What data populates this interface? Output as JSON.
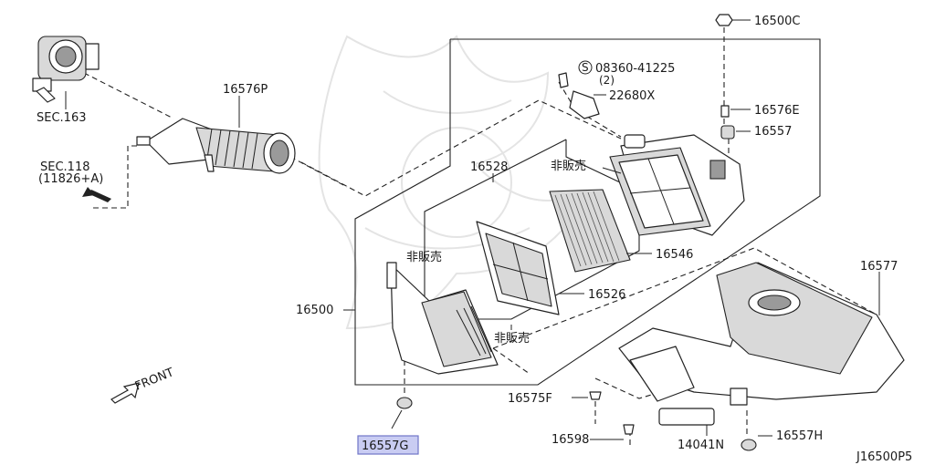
{
  "diagram_code": "J16500P5",
  "front_label": "FRONT",
  "not_sold": "非販売",
  "labels": {
    "p16500C": "16500C",
    "p08360": "08360-41225",
    "p08360_qty": "(2)",
    "p22680X": "22680X",
    "p16576E": "16576E",
    "p16557": "16557",
    "p16576P": "16576P",
    "sec163": "SEC.163",
    "sec118": "SEC.118",
    "sec118_ref": "(11826+A)",
    "p16528": "16528",
    "p16546": "16546",
    "p16526": "16526",
    "p16500": "16500",
    "p16577": "16577",
    "p16575F": "16575F",
    "p16598": "16598",
    "p14041N": "14041N",
    "p16557H": "16557H",
    "p16557G": "16557G"
  },
  "screw_symbol": "S"
}
